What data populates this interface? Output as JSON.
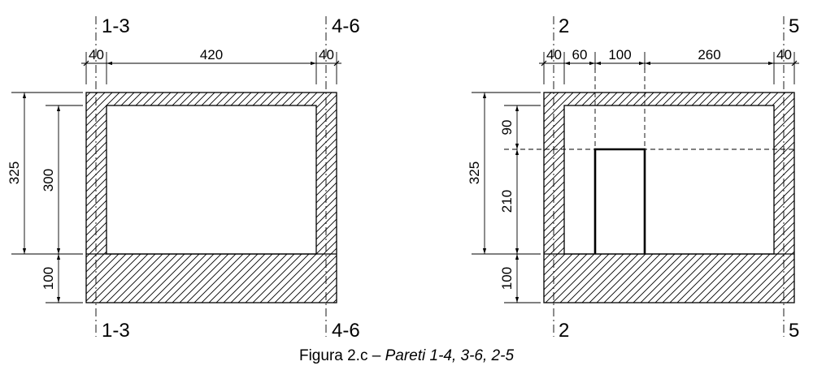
{
  "left_wall": {
    "axis_left": "1-3",
    "axis_right": "4-6",
    "width_dims": [
      "40",
      "420",
      "40"
    ],
    "height_dims": {
      "total": "325",
      "opening": "300",
      "base": "100"
    }
  },
  "right_wall": {
    "axis_left": "2",
    "axis_right": "5",
    "width_dims": [
      "40",
      "60",
      "100",
      "260",
      "40"
    ],
    "height_dims": {
      "total": "325",
      "upper": "90",
      "door": "210",
      "base": "100"
    }
  },
  "caption": {
    "prefix": "Figura 2.c – ",
    "text": "Pareti 1-4, 3-6, 2-5"
  },
  "colors": {
    "line": "#000000",
    "background": "#ffffff"
  }
}
